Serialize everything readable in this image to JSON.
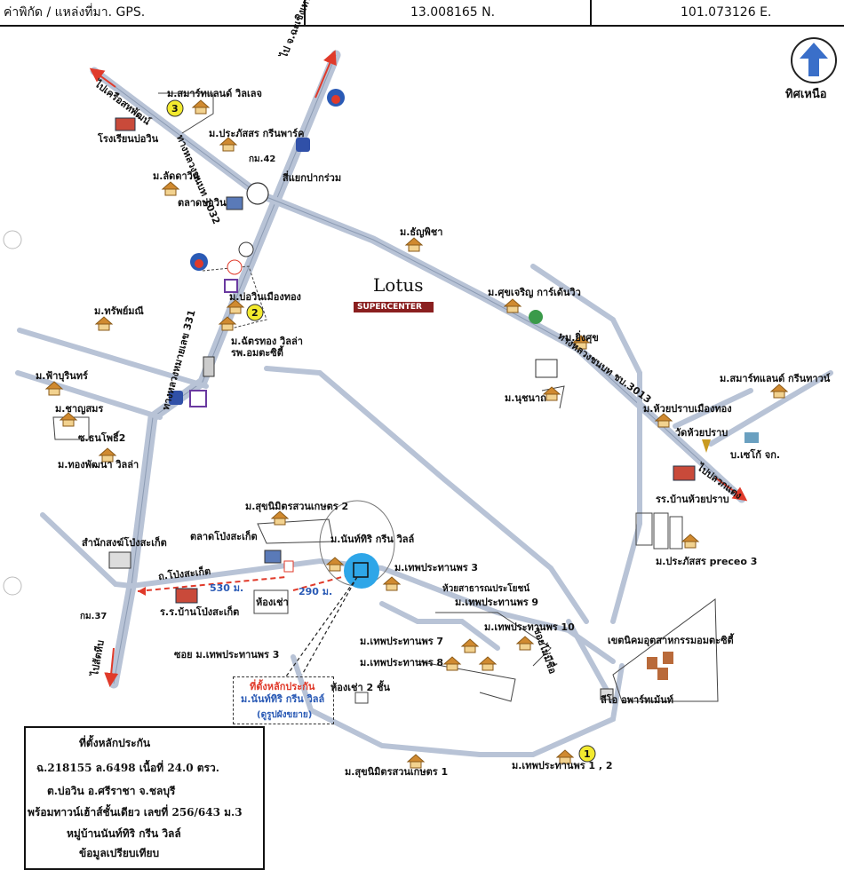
{
  "header": {
    "label": "ค่าพิกัด / แหล่งที่มา. GPS.",
    "latitude": "13.008165 N.",
    "longitude": "101.073126 E."
  },
  "north": {
    "label": "ทิศเหนือ"
  },
  "roads": {
    "hw331": "ทางหลวงหมายเลข 331",
    "hw1032": "ทางหลวงชนบท 1032",
    "hw3013": "ทางหลวงชนบท ชบ.3013",
    "to_chachoengsao": "ไป จ.ฉะเชิงเทรา",
    "to_bo_thong": "ไปเครือสหพัฒน์",
    "to_sattahip": "ไปสัตหีบ",
    "to_pluak_daeng": "ไปปลวกแดง",
    "pong_sakaet_road": "ถ.โป่งสะเก็ต",
    "soi_thepprathanporn3": "ซอย ม.เทพประทานพร 3",
    "soi_mai_chue": "ซอยไม่มีชื่อ",
    "pak_ruam": "สี่แยกปากร่วม"
  },
  "distances": {
    "d530": "530 ม.",
    "d290": "290 ม."
  },
  "places": {
    "smart_land_village": "ม.สมาร์ทแลนด์ วิลเลจ",
    "bo_win_school": "โรงเรียนบ่อวิน",
    "prapatsorn_greenpark": "ม.ประภัสสร กรีนพาร์ค",
    "km42": "กม.42",
    "lad_da_win": "ม.ลัดดาวิน",
    "bo_win_market": "ตลาดบ่อวิน",
    "thanya_pisha": "ม.ธัญพิชา",
    "lotus_brand": "Lotus",
    "lotus_sub": "SUPERCENTER",
    "sukcharoen": "ม.ศุขเจริญ การ์เด้นวิว",
    "bo_win_muang_thong": "ม.บ่อวินเมืองทอง",
    "chatthong_villa": "ม.ฉัตรทอง วิลล่า",
    "amata_hospital": "รพ.อมตะซิตี้",
    "subway_sap": "ม.ทรัพย์มณี",
    "fa_burin": "ม.ฟ้าบุรินทร์",
    "chaloem_somporn": "ม.ชาญสมร",
    "soi_thanpho2": "ซ.ธนโพธิ์2",
    "thongpatthana": "ม.ทองพัฒนา วิลล่า",
    "ying_suk": "ม.ยิ่งศุข",
    "nuchnat": "ม.นุชนาถ",
    "smart_land_greentown": "ม.สมาร์ทแลนด์ กรีนทาวน์",
    "huai_plab_muang_thong": "ม.ห้วยปราบเมืองทอง",
    "wat_huai_plab": "วัดห้วยปราบ",
    "checko": "บ.เซโก้ จก.",
    "school_huai_plab": "รร.บ้านห้วยปราบ",
    "suknimit2": "ม.สุขนิมิตรสวนเกษตร 2",
    "pong_sakaet_market": "ตลาดโป่งสะเก็ต",
    "nanthiri": "ม.นันท์ทิริ กรีน วิลล์",
    "pong_sakaet_office": "สำนักสงฆ์โป่งสะเก็ต",
    "thepprathanporn3": "ม.เทพประทานพร 3",
    "public_path": "ห้วยสาธารณประโยชน์",
    "thepprathanporn9": "ม.เทพประทานพร 9",
    "thepprathanporn10": "ม.เทพประทานพร 10",
    "thepprathanporn7": "ม.เทพประทานพร 7",
    "thepprathanporn8": "ม.เทพประทานพร 8",
    "school_pong_sakaet": "ร.ร.บ้านโป่งสะเก็ต",
    "room_rent": "ห้องเช่า",
    "room_rent2": "ห้องเช่า 2 ชั้น",
    "km37": "กม.37",
    "prapatsorn_preceo3": "ม.ประภัสสร preceo 3",
    "amata_industrial": "เขตนิคมอุตสาหกรรมอมตะซิตี้",
    "apartment": "ลีโอ อพาร์ทเม้นท์",
    "suknimit1": "ม.สุขนิมิตรสวนเกษตร 1",
    "thepprathanporn12": "ม.เทพประทานพร 1 , 2"
  },
  "markers": {
    "m1": "1",
    "m2": "2",
    "m3": "3"
  },
  "callout": {
    "line1": "ที่ตั้งหลักประกัน",
    "line2": "ม.นันท์ทิริ กรีน วิลล์",
    "line3": "(ดูรูปผังขยาย)"
  },
  "legend": {
    "collateral": "ที่ตั้งหลักประกัน",
    "deed": "ฉ.218155 ล.6498 เนื้อที่ 24.0 ตรว.",
    "location": "ต.บ่อวิน อ.ศรีราชา จ.ชลบุรี",
    "building": "พร้อมทาวน์เฮ้าส์ชั้นเดียว เลขที่ 256/643 ม.3",
    "village": "หมู่บ้านนันท์ทิริ กรีน วิลล์",
    "comparison": "ข้อมูลเปรียบเทียบ"
  },
  "colors": {
    "road": "#a9b7cf",
    "arrow": "#e03a2a",
    "marker": "#f3ea2e",
    "water": "#2ea6e8",
    "north": "#3a6fc9"
  }
}
